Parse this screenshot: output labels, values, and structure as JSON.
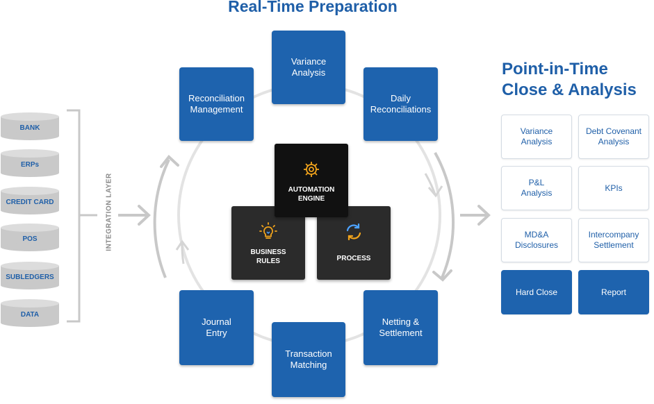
{
  "diagram": {
    "title": "Real-Time Preparation",
    "right_title_line1": "Point-in-Time",
    "right_title_line2": "Close & Analysis",
    "integration_label": "INTEGRATION LAYER",
    "sources": [
      "BANK",
      "ERPs",
      "CREDIT CARD",
      "POS",
      "SUBLEDGERS",
      "DATA"
    ],
    "cycle": {
      "variance": "Variance\nAnalysis",
      "daily": "Daily\nReconciliations",
      "netting": "Netting &\nSettlement",
      "matching": "Transaction\nMatching",
      "journal": "Journal\nEntry",
      "reconciliation": "Reconciliation\nManagement"
    },
    "core": {
      "engine": "AUTOMATION\nENGINE",
      "rules": "BUSINESS\nRULES",
      "process": "PROCESS"
    },
    "outputs": {
      "variance": "Variance\nAnalysis",
      "covenant": "Debt Covenant\nAnalysis",
      "pl": "P&L\nAnalysis",
      "kpis": "KPIs",
      "mda": "MD&A\nDisclosures",
      "interco": "Intercompany\nSettlement",
      "hard_close": "Hard Close",
      "report": "Report"
    },
    "icons": [
      "gear-icon",
      "lightbulb-icon",
      "refresh-cycle-icon",
      "arrow-right-icon"
    ],
    "colors": {
      "brand_blue": "#1e63ae",
      "dark": "#2b2b2b",
      "black": "#111111",
      "gray": "#c8c8c8",
      "accent": "#f3a51c"
    }
  }
}
